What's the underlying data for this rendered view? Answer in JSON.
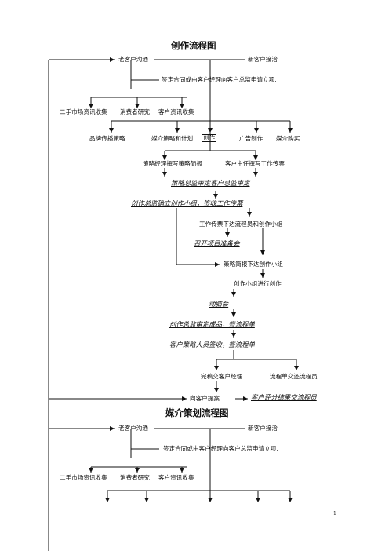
{
  "flow1": {
    "title": "创作流程图",
    "old_client": "老客户沟通",
    "new_client": "新客户接洽",
    "contract": "签定合同或由客户经理向客户总监申请立项,",
    "research_1": "二手市场资讯收集",
    "research_2": "消费者研究",
    "research_3": "客户资讯收集",
    "plan_1": "品牌传播策略",
    "plan_2": "媒介策略和计划",
    "plan_3": "创作",
    "plan_4": "广告制作",
    "plan_5": "媒介购买",
    "brief_1": "策略经理撰写策略简报",
    "brief_2": "客户主任撰写工作传票",
    "review": "策略总监审定客户总监审定",
    "team": "创作总监确立创作小组，签收工作传票",
    "ticket_down": "工作传票下达流程员和创作小组",
    "kickoff": "召开项目准备会",
    "brief_down": "策略简报下达创作小组",
    "creating": "创作小组进行创作",
    "brainstorm": "动脑会",
    "finalize": "创作总监审定成品，签流程单",
    "client_sign": "客户策略人员签收，签流程单",
    "to_manager": "完稿交客户经理",
    "return_sheet": "流程单交还流程员",
    "proposal": "向客户提案",
    "evaluation": "客户评分结果交流程员"
  },
  "flow2": {
    "title": "媒介策划流程图",
    "old_client": "老客户沟通",
    "new_client": "新客户接洽",
    "contract": "签定合同或由客户经理向客户总监申请立项,",
    "research_1": "二手市场资讯收集",
    "research_2": "消费者研究",
    "research_3": "客户资讯收集"
  },
  "page_number": "1"
}
